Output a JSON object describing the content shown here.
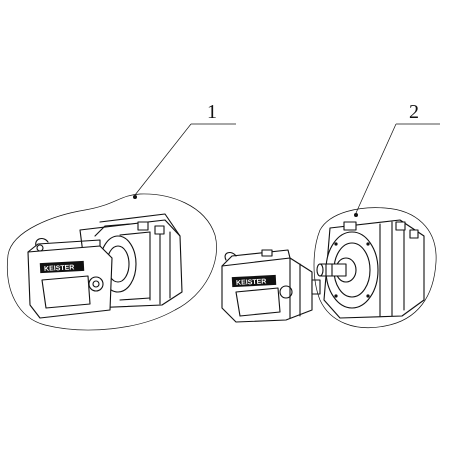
{
  "callouts": [
    {
      "number": "1"
    },
    {
      "number": "2"
    }
  ],
  "brand_text": "KEISTER"
}
